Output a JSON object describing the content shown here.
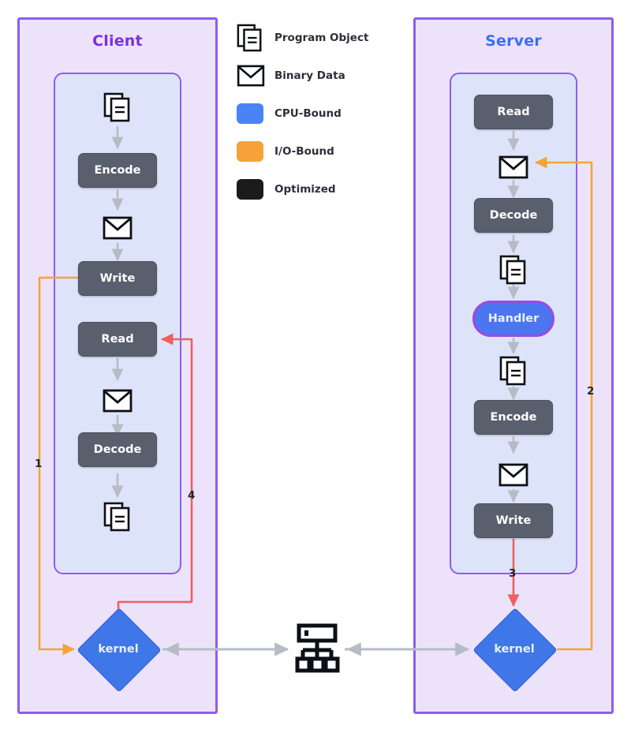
{
  "legend": {
    "items": [
      {
        "icon": "program-object-icon",
        "label": "Program Object",
        "color": "#111111"
      },
      {
        "icon": "binary-data-icon",
        "label": "Binary Data",
        "color": "#111111"
      },
      {
        "icon": "swatch",
        "label": "CPU-Bound",
        "color": "#4b82f5"
      },
      {
        "icon": "swatch",
        "label": "I/O-Bound",
        "color": "#f5a339"
      },
      {
        "icon": "swatch",
        "label": "Optimized",
        "color": "#1b1b1b"
      }
    ]
  },
  "client": {
    "title": "Client",
    "nodes": [
      {
        "id": "c-obj1",
        "type": "program-object-icon",
        "label": ""
      },
      {
        "id": "c-encode",
        "type": "box",
        "label": "Encode"
      },
      {
        "id": "c-bin1",
        "type": "binary-data-icon",
        "label": ""
      },
      {
        "id": "c-write",
        "type": "box",
        "label": "Write"
      },
      {
        "id": "c-read",
        "type": "box",
        "label": "Read"
      },
      {
        "id": "c-bin2",
        "type": "binary-data-icon",
        "label": ""
      },
      {
        "id": "c-decode",
        "type": "box",
        "label": "Decode"
      },
      {
        "id": "c-obj2",
        "type": "program-object-icon",
        "label": ""
      }
    ],
    "kernel": "kernel"
  },
  "server": {
    "title": "Server",
    "nodes": [
      {
        "id": "s-read",
        "type": "box",
        "label": "Read"
      },
      {
        "id": "s-bin1",
        "type": "binary-data-icon",
        "label": ""
      },
      {
        "id": "s-decode",
        "type": "box",
        "label": "Decode"
      },
      {
        "id": "s-obj1",
        "type": "program-object-icon",
        "label": ""
      },
      {
        "id": "s-handler",
        "type": "pill",
        "label": "Handler"
      },
      {
        "id": "s-obj2",
        "type": "program-object-icon",
        "label": ""
      },
      {
        "id": "s-encode",
        "type": "box",
        "label": "Encode"
      },
      {
        "id": "s-bin2",
        "type": "binary-data-icon",
        "label": ""
      },
      {
        "id": "s-write",
        "type": "box",
        "label": "Write"
      }
    ],
    "kernel": "kernel"
  },
  "network": {
    "icon": "network-switch-icon"
  },
  "flow_labels": {
    "one": "1",
    "two": "2",
    "three": "3",
    "four": "4"
  },
  "colors": {
    "panel_fill": "#ece3fb",
    "panel_border": "#8b5cf6",
    "inner_fill": "#dde4fa",
    "node_grey": "#5a5f6e",
    "kernel_blue": "#3f76e8",
    "handler_blue": "#4b76ef",
    "handler_border": "#9a4ae0",
    "orange": "#f5a339",
    "red": "#ef5f5f",
    "grey_arrow": "#b6bcc4",
    "client_title": "#7c2fe0",
    "server_title": "#3b6ef5"
  }
}
